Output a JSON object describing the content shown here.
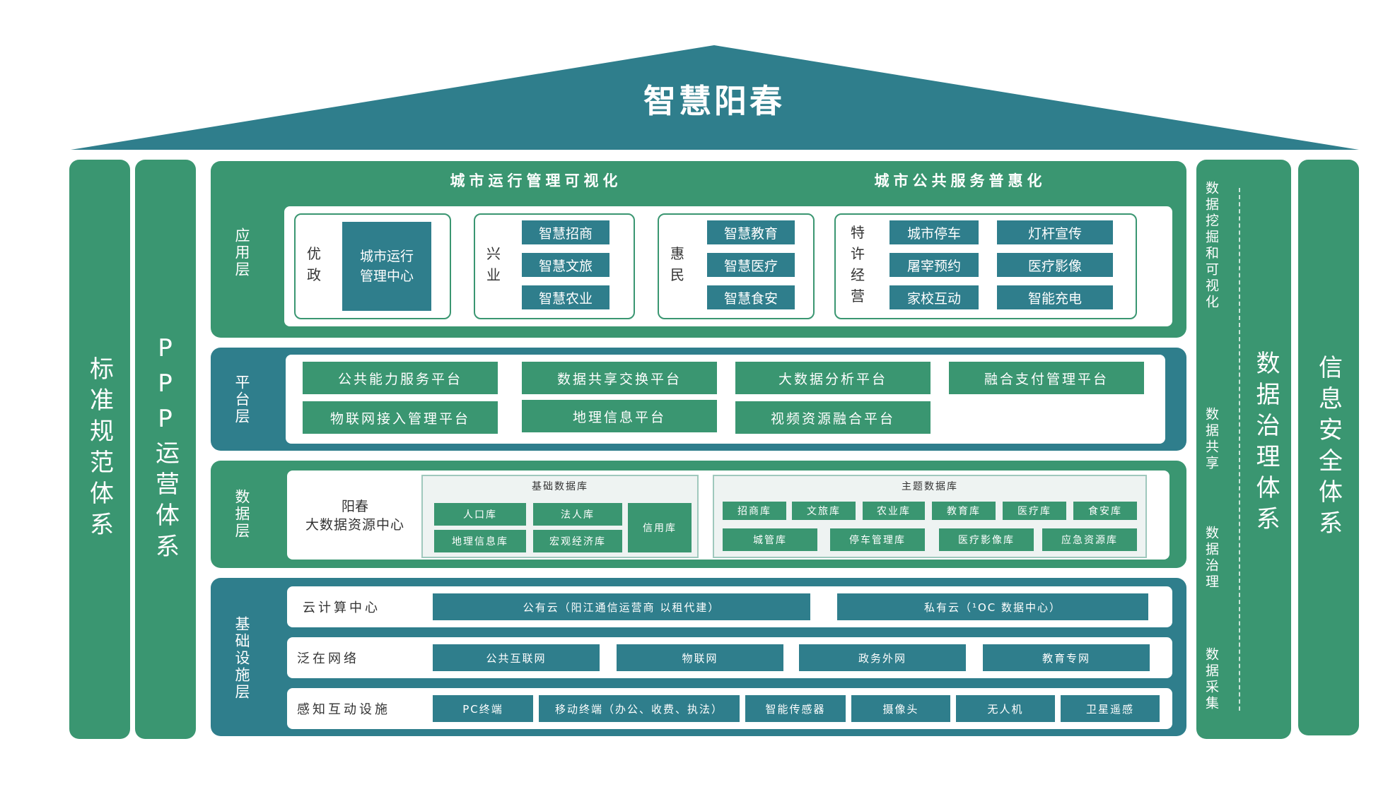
{
  "title": "智慧阳春",
  "left_pillars": [
    "标准规范体系",
    "PPP运营体系"
  ],
  "right_pillars": {
    "data_governance": {
      "title": "数据治理体系",
      "steps": [
        "数据挖掘和可视化",
        "数据共享",
        "数据治理",
        "数据采集"
      ]
    },
    "security": "信息安全体系"
  },
  "app_layer": {
    "label": "应用层",
    "header_left": "城市运行管理可视化",
    "header_right": "城市公共服务普惠化",
    "groups": [
      {
        "label": "优政",
        "items": [
          "城市运行管理中心"
        ]
      },
      {
        "label": "兴业",
        "items": [
          "智慧招商",
          "智慧文旅",
          "智慧农业"
        ]
      },
      {
        "label": "惠民",
        "items": [
          "智慧教育",
          "智慧医疗",
          "智慧食安"
        ]
      },
      {
        "label": "特许经营",
        "items": [
          "城市停车",
          "灯杆宣传",
          "屠宰预约",
          "医疗影像",
          "家校互动",
          "智能充电"
        ]
      }
    ]
  },
  "platform_layer": {
    "label": "平台层",
    "items": [
      "公共能力服务平台",
      "数据共享交换平台",
      "大数据分析平台",
      "融合支付管理平台",
      "物联网接入管理平台",
      "地理信息平台",
      "视频资源融合平台"
    ]
  },
  "data_layer": {
    "label": "数据层",
    "center": [
      "阳春",
      "大数据资源中心"
    ],
    "base_db": {
      "title": "基础数据库",
      "items": [
        "人口库",
        "法人库",
        "信用库",
        "地理信息库",
        "宏观经济库"
      ]
    },
    "theme_db": {
      "title": "主题数据库",
      "items": [
        "招商库",
        "文旅库",
        "农业库",
        "教育库",
        "医疗库",
        "食安库",
        "城管库",
        "停车管理库",
        "医疗影像库",
        "应急资源库"
      ]
    }
  },
  "infra_layer": {
    "label": "基础设施层",
    "rows": [
      {
        "label": "云计算中心",
        "items": [
          "公有云（阳江通信运营商 以租代建）",
          "私有云（¹OC 数据中心）"
        ]
      },
      {
        "label": "泛在网络",
        "items": [
          "公共互联网",
          "物联网",
          "政务外网",
          "教育专网"
        ]
      },
      {
        "label": "感知互动设施",
        "items": [
          "PC终端",
          "移动终端（办公、收费、执法）",
          "智能传感器",
          "摄像头",
          "无人机",
          "卫星遥感"
        ]
      }
    ]
  },
  "colors": {
    "green": "#3a9671",
    "teal": "#2f7e8c"
  }
}
